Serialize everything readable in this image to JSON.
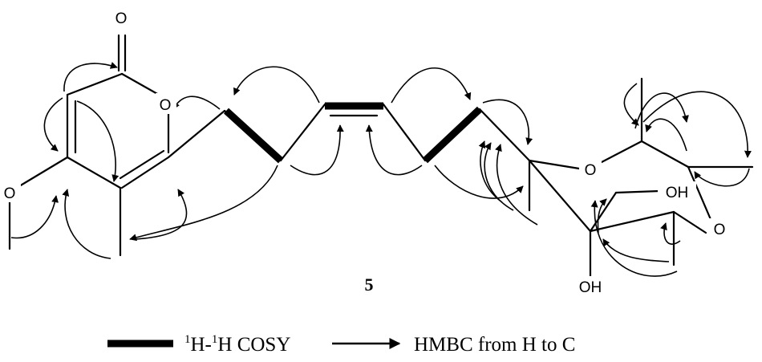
{
  "compound_label": "5",
  "atoms": {
    "carbonyl_o": "O",
    "ring_o": "O",
    "methoxy_o": "O",
    "thf_o": "O",
    "oxetane_o": "O",
    "oh_upper": "OH",
    "oh_lower": "OH"
  },
  "legend": {
    "cosy_sup": "1",
    "cosy_h1": "H-",
    "cosy_h2": "H COSY",
    "hmbc_text": "HMBC from H to C"
  },
  "colors": {
    "ink": "#000000",
    "background": "#ffffff"
  }
}
